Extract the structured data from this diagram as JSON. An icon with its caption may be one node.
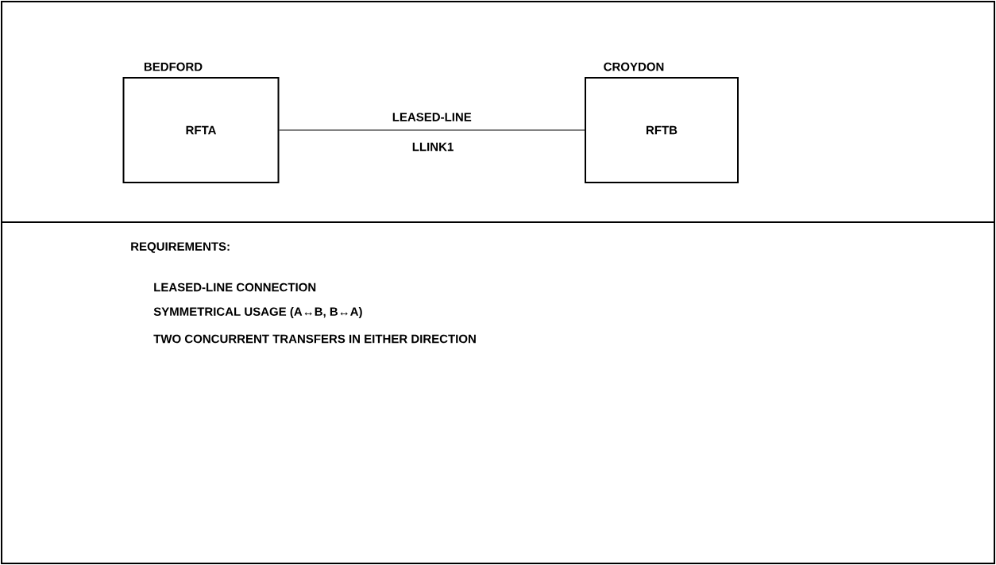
{
  "diagram": {
    "nodes": [
      {
        "text": [
          "BEDFORD",
          "RFTA"
        ]
      },
      {
        "text": [
          "CROYDON",
          "RFTB"
        ]
      }
    ],
    "edges": [
      {
        "from": 0,
        "to": 1,
        "arrow": "none",
        "label": "LEASED-LINE"
      }
    ],
    "labels": [
      "LLINK1",
      "REQUIREMENTS:",
      "LEASED-LINE CONNECTION",
      "SYMMETRICAL USAGE (A↔B, B↔A)",
      "TWO CONCURRENT TRANSFERS IN EITHER DIRECTION"
    ]
  }
}
